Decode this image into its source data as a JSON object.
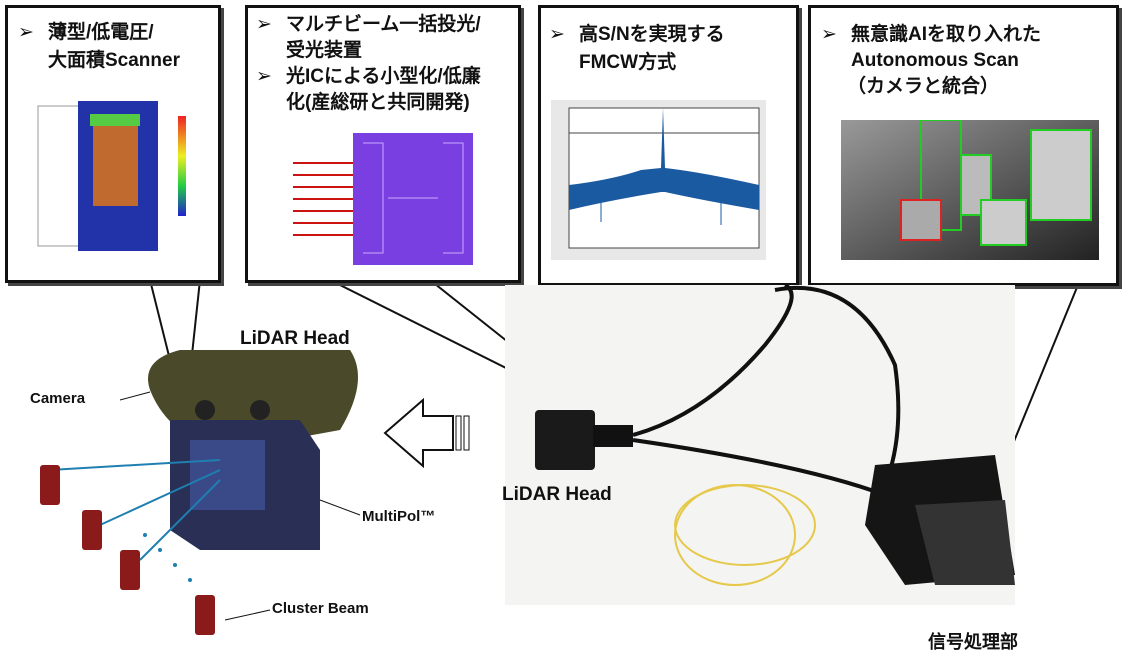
{
  "boxes": [
    {
      "lines": [
        "薄型/低電圧/",
        "大面積Scanner"
      ]
    },
    {
      "lines": [
        "マルチビーム一括投光/",
        "受光装置",
        "光ICによる小型化/低廉",
        "化(産総研と共同開発)"
      ]
    },
    {
      "lines": [
        "高S/Nを実現する",
        "FMCW方式"
      ]
    },
    {
      "lines": [
        "無意識AIを取り入れた",
        "Autonomous Scan",
        "（カメラと統合）"
      ]
    }
  ],
  "bullet": "➢",
  "labels": {
    "lidar_head_top": "LiDAR Head",
    "camera": "Camera",
    "multipol": "MultiPol™",
    "cluster_beam": "Cluster Beam",
    "lidar_head_photo": "LiDAR Head",
    "signal_unit": "信号処理部"
  },
  "colors": {
    "chip": "#7a3fe0",
    "beam_arrow": "#cc1111",
    "spectrum": "#1a5aa0",
    "detect_green": "#22cc22",
    "detect_red": "#dd2222"
  }
}
